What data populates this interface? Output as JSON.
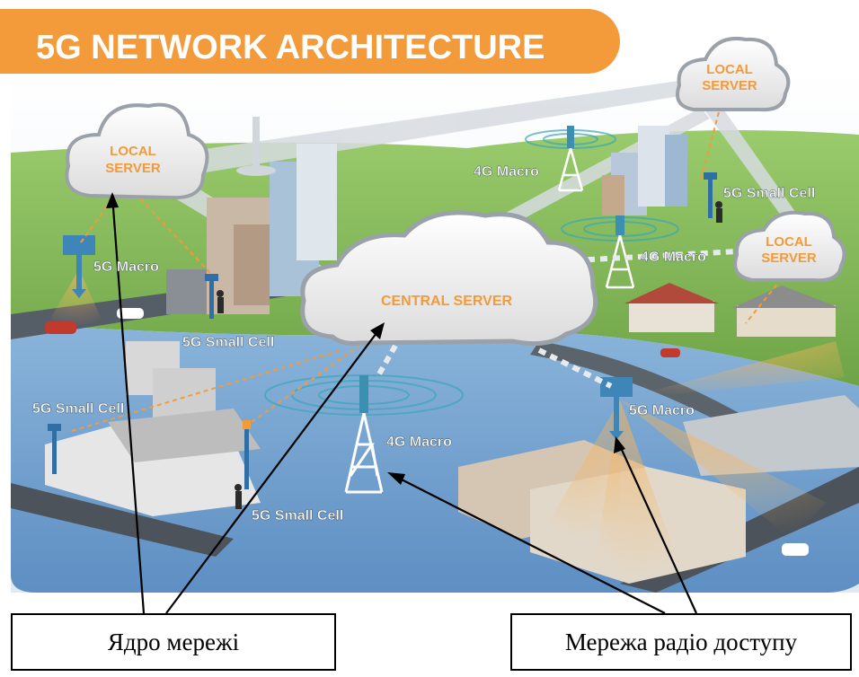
{
  "title": "5G NETWORK ARCHITECTURE",
  "servers": {
    "local_left": "LOCAL SERVER",
    "local_top_right": "LOCAL SERVER",
    "local_right": "LOCAL SERVER",
    "central": "CENTRAL SERVER"
  },
  "towers": {
    "macro_5g_left": "5G Macro",
    "macro_5g_right": "5G Macro",
    "macro_4g_center": "4G Macro",
    "macro_4g_top": "4G Macro",
    "macro_4g_right": "4G Macro"
  },
  "small_cells": {
    "left_city": "5G Small Cell",
    "left_shops": "5G Small Cell",
    "bottom": "5G Small Cell",
    "right_city": "5G Small Cell"
  },
  "annotations": {
    "core_network": "Ядро мережі",
    "radio_access_network": "Мережа радіо доступу"
  },
  "colors": {
    "accent_orange": "#f39a3b",
    "water_blue": "#6c9ac9",
    "grass_green": "#7fb25a",
    "sky": "#e8f0f6"
  }
}
